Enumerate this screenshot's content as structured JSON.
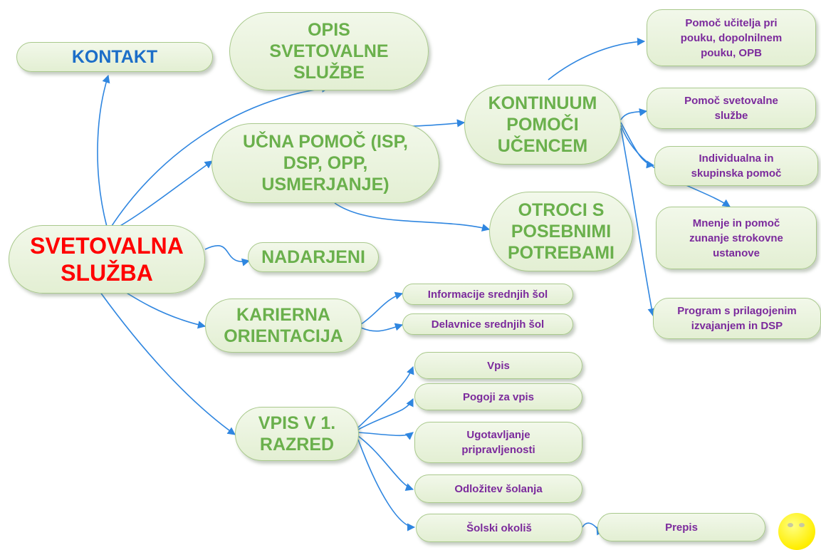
{
  "root": {
    "label": "SVETOVALNA\nSLUŽBA",
    "color": "#ff0000"
  },
  "main_nodes": {
    "kontakt": "KONTAKT",
    "opis": "OPIS\nSVETOVALNE\nSLUŽBE",
    "ucna_pomoc": "UČNA POMOČ (ISP,\nDSP, OPP,\nUSMERJANJE)",
    "nadarjeni": "NADARJENI",
    "karierna": "KARIERNA\nORIENTACIJA",
    "vpis": "VPIS V 1.\nRAZRED",
    "kontinuum": "KONTINUUM\nPOMOČI\nUČENCEM",
    "otroci": "OTROCI S\nPOSEBNIMI\nPOTREBAMI"
  },
  "kontinuum_items": [
    "Pomoč učitelja pri\npouku, dopolnilnem\npouku, OPB",
    "Pomoč svetovalne\nslužbe",
    "Individualna in\nskupinska pomoč",
    "Mnenje in pomoč\nzunanje strokovne\nustanove",
    "Program s prilagojenim\nizvajanjem in DSP"
  ],
  "karierna_items": [
    "Informacije srednjih šol",
    "Delavnice srednjih šol"
  ],
  "vpis_items": [
    "Vpis",
    "Pogoji za vpis",
    "Ugotavljanje\npripravljenosti",
    "Odložitev šolanja",
    "Šolski okoliš"
  ],
  "solski_okolis_items": [
    "Prepis"
  ],
  "colors": {
    "node_text_green": "#6ab04c",
    "leaf_text_purple": "#7b2a9c",
    "kontakt_blue": "#1c6ec8",
    "connector_blue": "#2f86e0",
    "node_fill": "#e6f1d8",
    "node_border": "#a9c98c"
  },
  "icons": {
    "decoration": "smiley-face-icon"
  }
}
